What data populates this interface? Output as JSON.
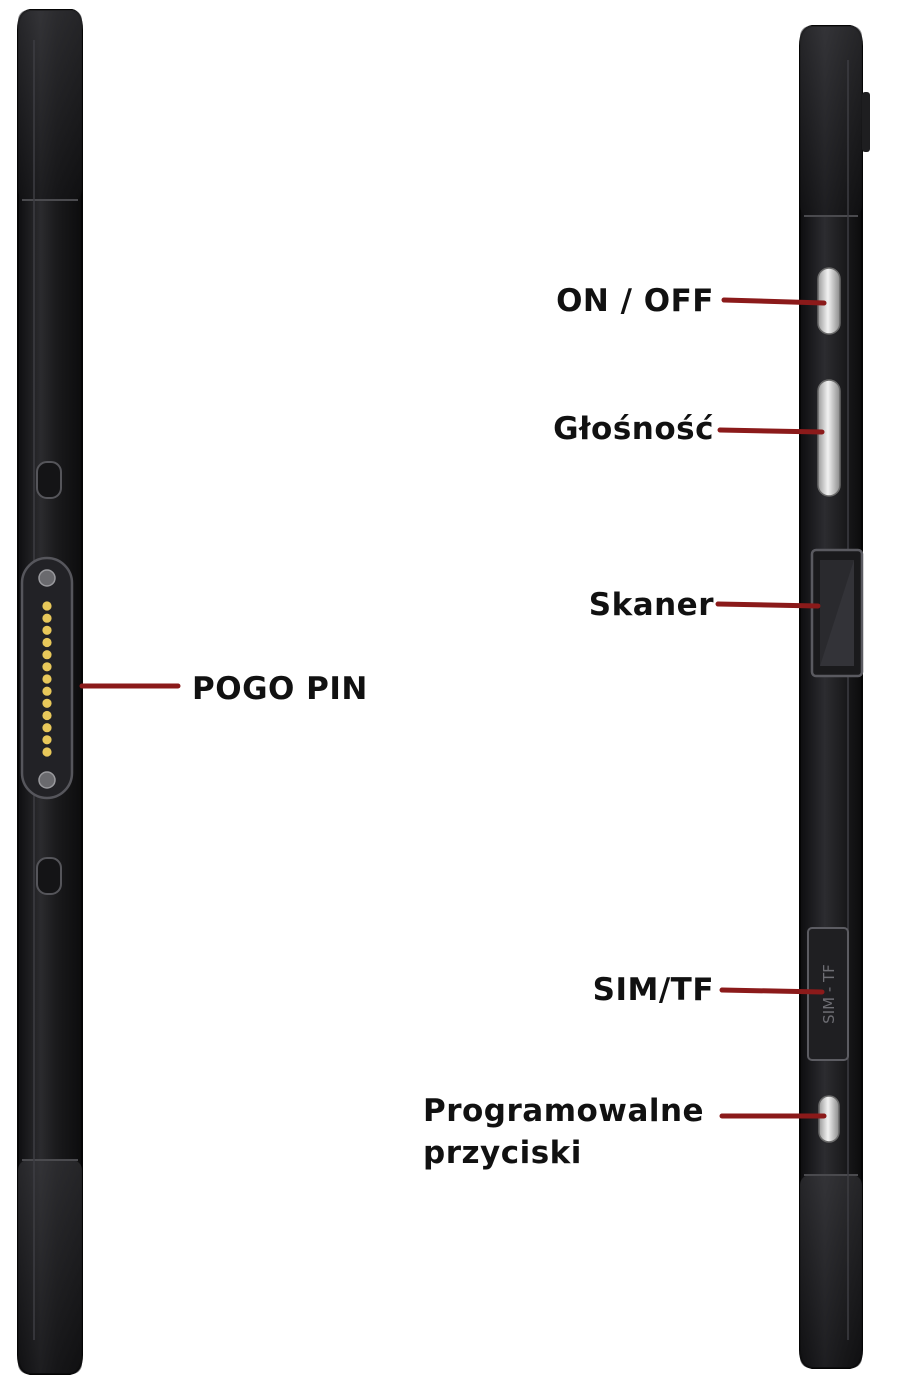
{
  "labels": {
    "pogo_pin": "POGO PIN",
    "on_off": "ON / OFF",
    "volume": "Głośność",
    "scanner": "Skaner",
    "sim_tf": "SIM/TF",
    "programmable_line1": "Programowalne",
    "programmable_line2": "przyciski"
  },
  "tray_marking": "SIM - TF",
  "colors": {
    "background": "#ffffff",
    "device_body": "#1c1c1e",
    "device_edge": "#3a3a3c",
    "leader_line": "#8b1a1a",
    "pogo_pin_gold": "#e8c85a",
    "button_silver": "#d8d8d8"
  },
  "icons": {
    "pogo_connector": "pogo-pin-connector-icon",
    "power_button": "power-button-icon",
    "volume_button": "volume-rocker-icon",
    "scanner_window": "scanner-window-icon",
    "sim_tray": "sim-tray-icon",
    "programmable_key": "programmable-key-icon"
  }
}
